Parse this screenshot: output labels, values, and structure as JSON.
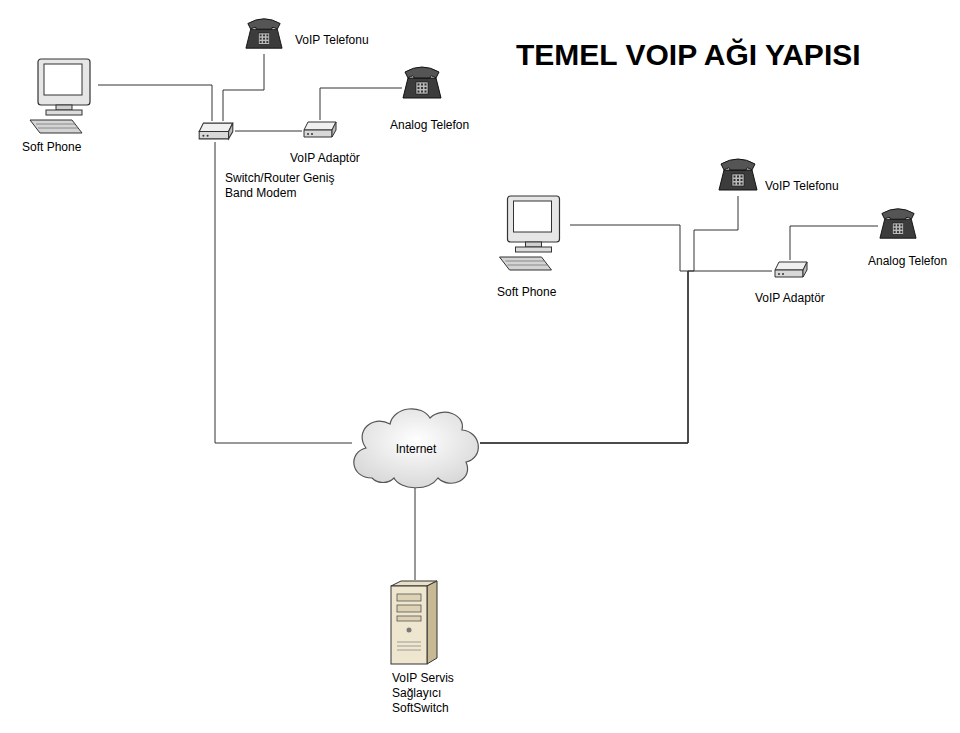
{
  "diagram": {
    "title": "TEMEL VOIP AĞI YAPISI",
    "nodes": [
      {
        "text": [
          "Soft Phone"
        ]
      },
      {
        "text": [
          "VoIP Telefonu"
        ]
      },
      {
        "text": [
          "Analog Telefon"
        ]
      },
      {
        "text": [
          "VoIP Adaptör"
        ]
      },
      {
        "text": [
          "Switch/Router Geniş Band Modem"
        ]
      },
      {
        "text": [
          "Soft Phone"
        ]
      },
      {
        "text": [
          "VoIP Telefonu"
        ]
      },
      {
        "text": [
          "Analog Telefon"
        ]
      },
      {
        "text": [
          "VoIP Adaptör"
        ]
      },
      {
        "text": [
          "Internet"
        ]
      },
      {
        "text": [
          "VoIP Servis Sağlayıcı SoftSwitch"
        ]
      }
    ],
    "edges": [
      {
        "from": 0,
        "to": 4,
        "arrow": "none"
      },
      {
        "from": 1,
        "to": 4,
        "arrow": "none"
      },
      {
        "from": 3,
        "to": 4,
        "arrow": "none"
      },
      {
        "from": 2,
        "to": 3,
        "arrow": "none"
      },
      {
        "from": 4,
        "to": 9,
        "arrow": "none"
      },
      {
        "from": 5,
        "to": 9,
        "arrow": "none"
      },
      {
        "from": 6,
        "to": 9,
        "arrow": "none"
      },
      {
        "from": 8,
        "to": 9,
        "arrow": "none"
      },
      {
        "from": 7,
        "to": 8,
        "arrow": "none"
      },
      {
        "from": 9,
        "to": 10,
        "arrow": "none"
      }
    ]
  }
}
